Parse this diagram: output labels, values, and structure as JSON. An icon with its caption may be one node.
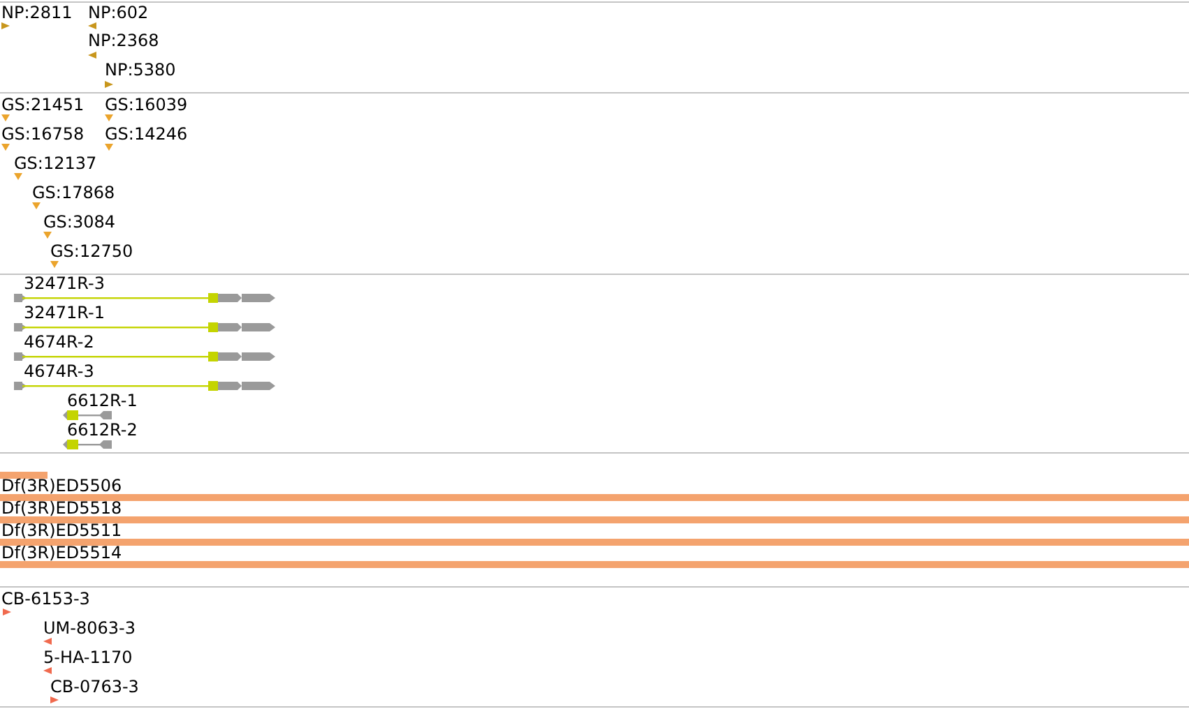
{
  "diagram": {
    "labels": [
      "NP:2811",
      "NP:602",
      "NP:2368",
      "NP:5380",
      "GS:21451",
      "GS:16039",
      "GS:16758",
      "GS:14246",
      "GS:12137",
      "GS:17868",
      "GS:3084",
      "GS:12750",
      "32471R-3",
      "32471R-1",
      "4674R-2",
      "4674R-3",
      "6612R-1",
      "6612R-2",
      "Df(3R)ED5506",
      "Df(3R)ED5518",
      "Df(3R)ED5511",
      "Df(3R)ED5514",
      "CB-6153-3",
      "UM-8063-3",
      "5-HA-1170",
      "CB-0763-3"
    ]
  }
}
